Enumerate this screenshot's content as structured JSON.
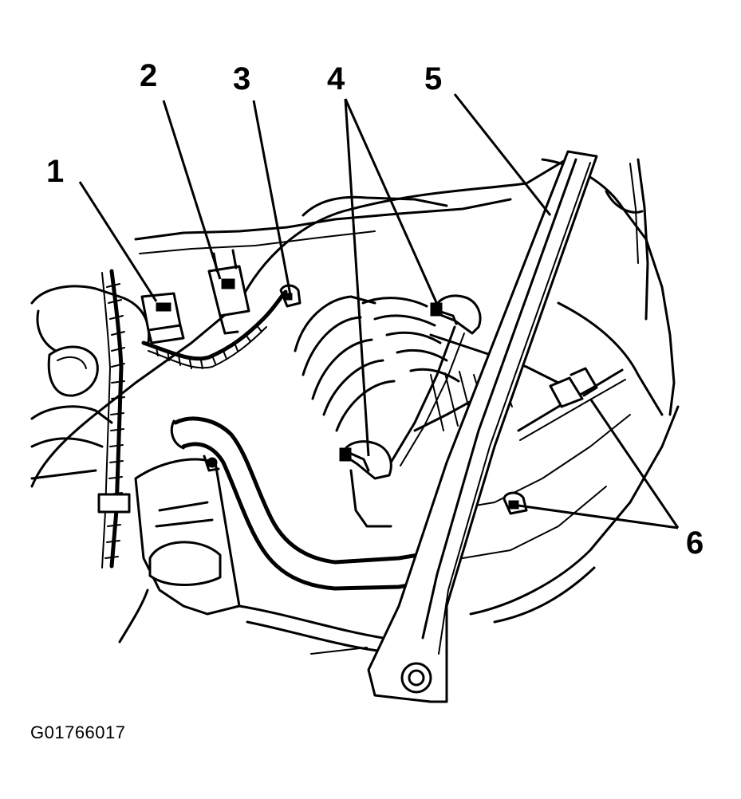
{
  "figure": {
    "callouts": [
      "1",
      "2",
      "3",
      "4",
      "5",
      "6"
    ],
    "figure_id": "G01766017"
  }
}
